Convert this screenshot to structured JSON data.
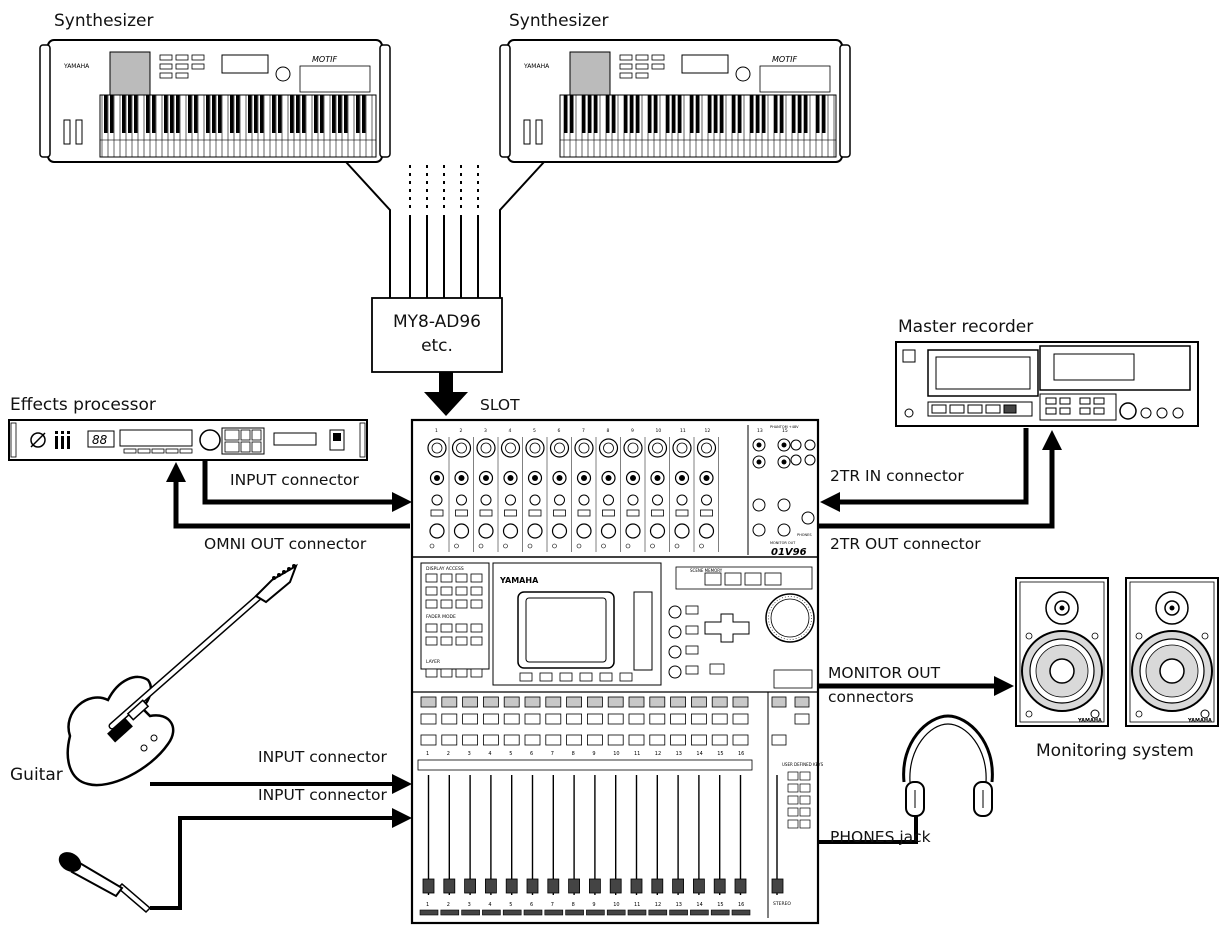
{
  "labels": {
    "synth_left": "Synthesizer",
    "synth_right": "Synthesizer",
    "adapter_line1": "MY8-AD96",
    "adapter_line2": "etc.",
    "slot": "SLOT",
    "master_recorder": "Master recorder",
    "effects_processor": "Effects processor",
    "input_connector_fx": "INPUT connector",
    "omni_out_connector": "OMNI OUT connector",
    "tr2_in_connector": "2TR IN connector",
    "tr2_out_connector": "2TR OUT connector",
    "monitor_out_line1": "MONITOR OUT",
    "monitor_out_line2": "connectors",
    "monitoring_system": "Monitoring system",
    "input_connector_guitar": "INPUT connector",
    "input_connector_mic": "INPUT connector",
    "guitar": "Guitar",
    "phones_jack": "PHONES jack"
  },
  "device_text": {
    "synth_brand": "YAMAHA",
    "synth_model": "MOTIF",
    "console_brand": "YAMAHA",
    "console_model": "01V96",
    "scene_memory": "SCENE MEMORY",
    "display_access": "DISPLAY ACCESS",
    "fader_mode": "FADER MODE",
    "layer": "LAYER",
    "stereo": "STEREO",
    "user_defined_keys": "USER DEFINED KEYS",
    "phantom": "PHANTOM +48V",
    "phones": "PHONES",
    "monitor_out": "MONITOR OUT",
    "speaker_brand": "YAMAHA",
    "fx_display": "88",
    "channel_numbers": [
      "1",
      "2",
      "3",
      "4",
      "5",
      "6",
      "7",
      "8",
      "9",
      "10",
      "11",
      "12",
      "13",
      "14",
      "15",
      "16"
    ]
  },
  "colors": {
    "line": "#000000",
    "device_fill": "#ffffff",
    "device_shade": "#d9d9d9",
    "panel_grey": "#bfbfbf"
  }
}
